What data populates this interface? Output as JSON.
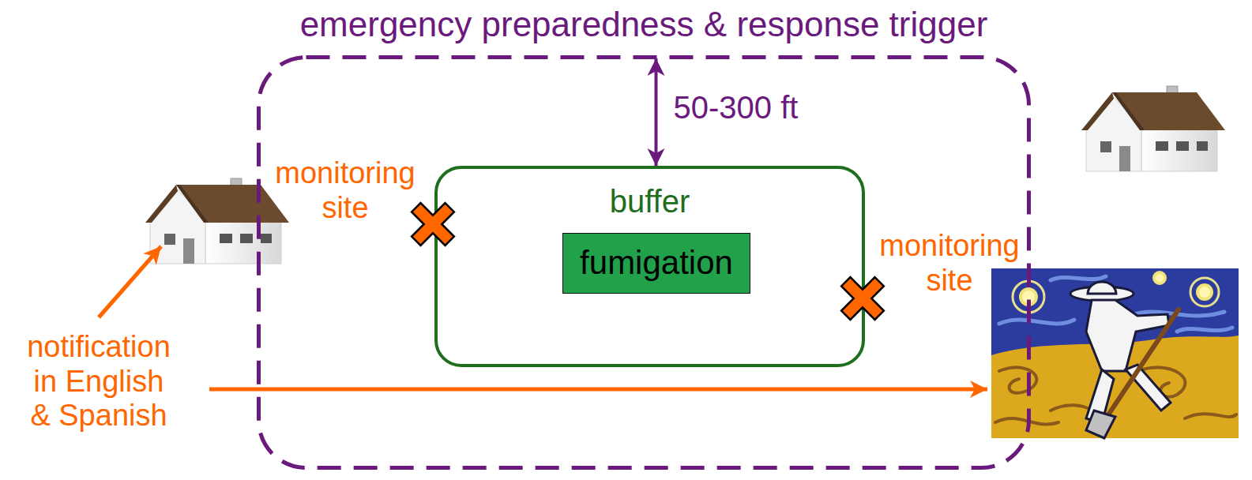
{
  "diagram": {
    "nodes": [
      {
        "text": [
          "emergency preparedness & response trigger"
        ]
      },
      {
        "text": [
          "buffer"
        ],
        "in": 0
      },
      {
        "text": [
          "fumigation"
        ],
        "in": 1
      }
    ],
    "edges": [
      {
        "from": 0,
        "to": 1,
        "arrow": "both",
        "label": "50-300 ft"
      }
    ],
    "labels": [
      "monitoring site",
      "monitoring site",
      "notification in English & Spanish"
    ]
  }
}
